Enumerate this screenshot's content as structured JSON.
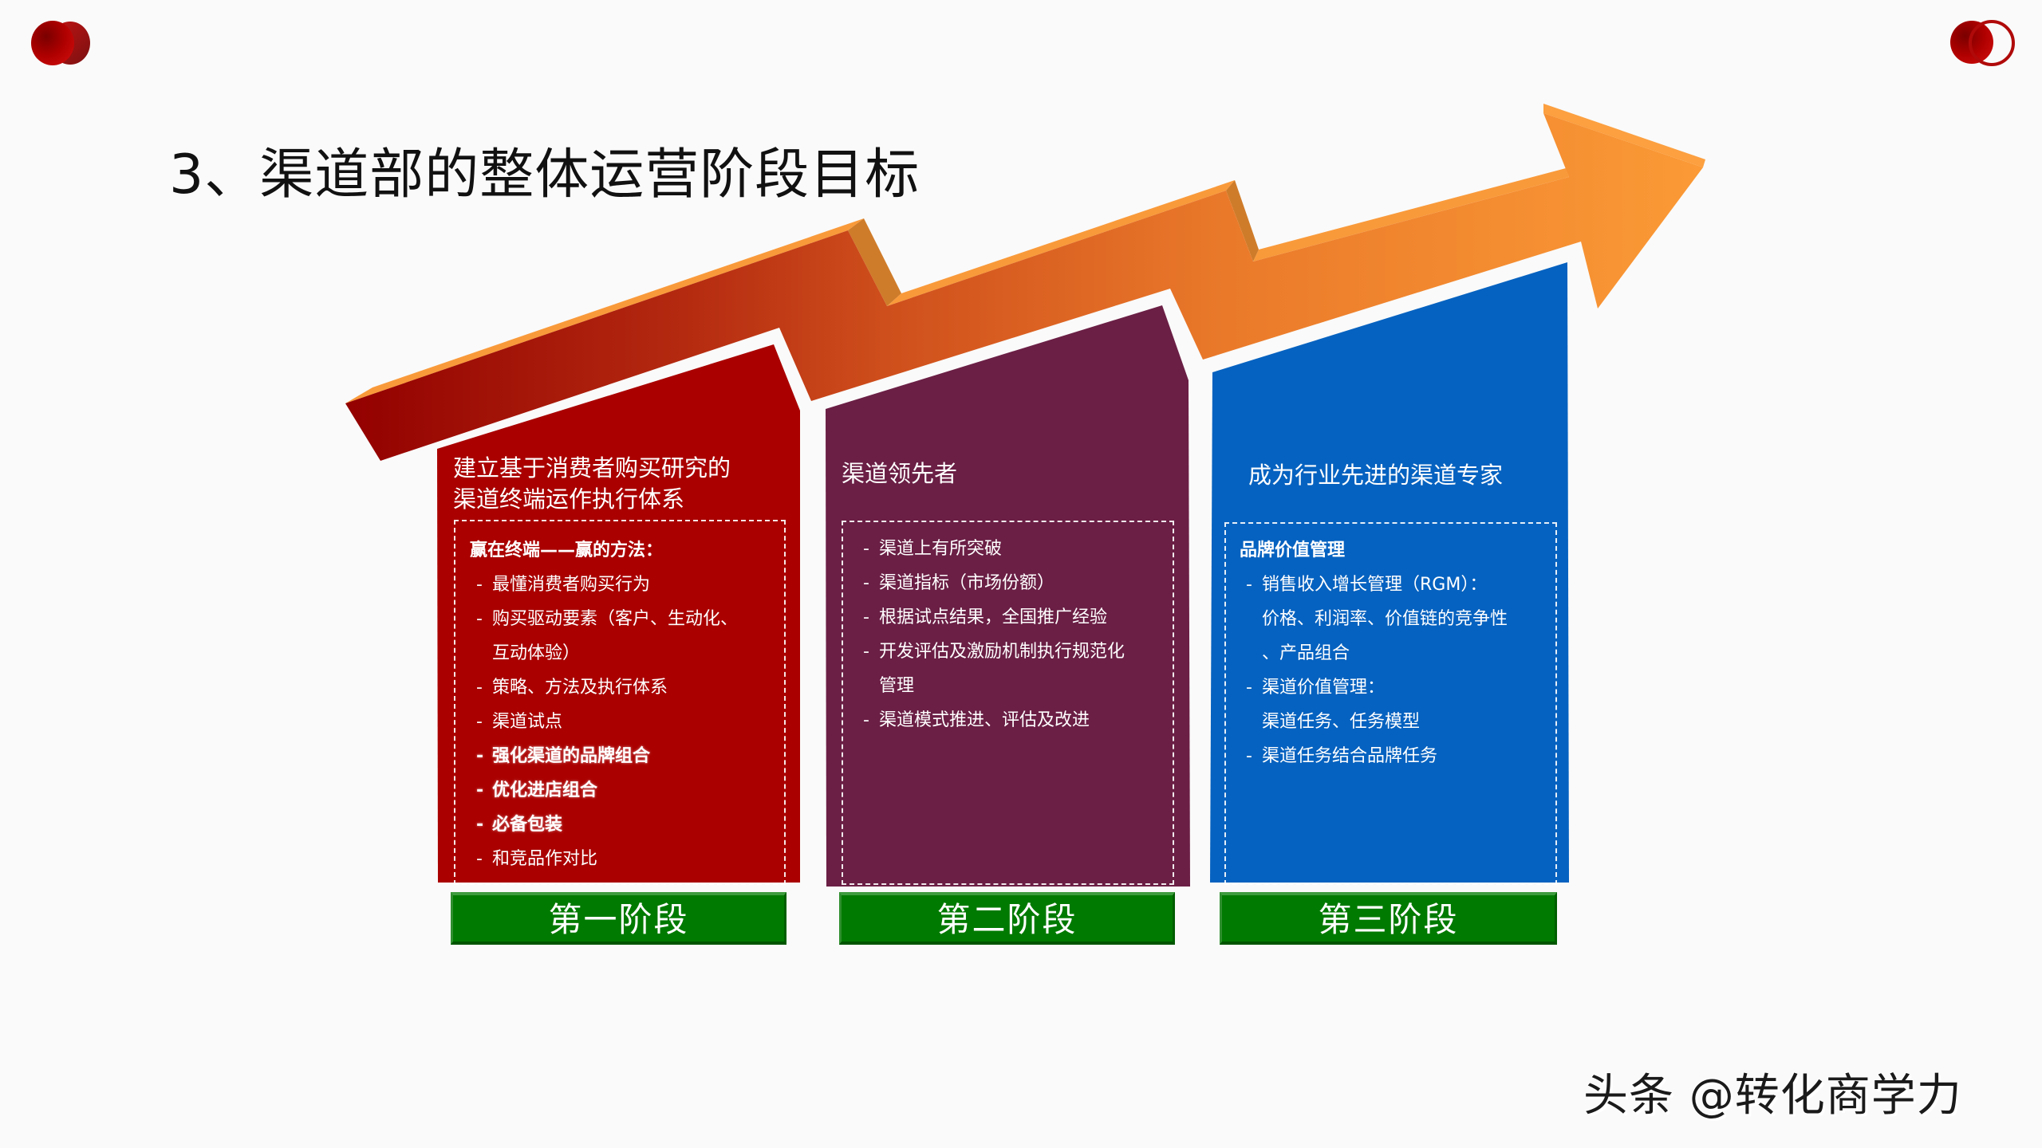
{
  "slide": {
    "title": "3、渠道部的整体运营阶段目标",
    "watermark": "头条 @转化商学力",
    "logo_left": "red-double-circle-icon",
    "logo_right": "red-circle-ring-icon"
  },
  "colors": {
    "background": "#fafafa",
    "stage1": "#aa0000",
    "stage2": "#6b1f45",
    "stage3": "#0662c0",
    "arrow_start": "#960000",
    "arrow_end": "#f89534",
    "stage_label_bg": "#007a00"
  },
  "stages": [
    {
      "label": "第一阶段",
      "title_lines": [
        "建立基于消费者购买研究的",
        "渠道终端运作执行体系"
      ],
      "heading": "赢在终端——赢的方法：",
      "items": [
        {
          "text": "最懂消费者购买行为",
          "bold": false,
          "bullet": true
        },
        {
          "text": "购买驱动要素（客户、生动化、",
          "bold": false,
          "bullet": true
        },
        {
          "text": "互动体验）",
          "bold": false,
          "bullet": false
        },
        {
          "text": "策略、方法及执行体系",
          "bold": false,
          "bullet": true
        },
        {
          "text": "渠道试点",
          "bold": false,
          "bullet": true
        },
        {
          "text": "强化渠道的品牌组合",
          "bold": true,
          "bullet": true
        },
        {
          "text": "优化进店组合",
          "bold": true,
          "bullet": true
        },
        {
          "text": "必备包装",
          "bold": true,
          "bullet": true
        },
        {
          "text": "和竞品作对比",
          "bold": false,
          "bullet": true
        }
      ]
    },
    {
      "label": "第二阶段",
      "title_lines": [
        "渠道领先者"
      ],
      "heading": "",
      "items": [
        {
          "text": "渠道上有所突破",
          "bold": false,
          "bullet": true
        },
        {
          "text": "渠道指标（市场份额）",
          "bold": false,
          "bullet": true
        },
        {
          "text": "根据试点结果，全国推广经验",
          "bold": false,
          "bullet": true
        },
        {
          "text": "开发评估及激励机制执行规范化",
          "bold": false,
          "bullet": true
        },
        {
          "text": "管理",
          "bold": false,
          "bullet": false
        },
        {
          "text": "渠道模式推进、评估及改进",
          "bold": false,
          "bullet": true
        }
      ]
    },
    {
      "label": "第三阶段",
      "title_lines": [
        "成为行业先进的渠道专家"
      ],
      "heading": "品牌价值管理",
      "items": [
        {
          "text": "销售收入增长管理（RGM）：",
          "bold": false,
          "bullet": true
        },
        {
          "text": "价格、利润率、价值链的竞争性",
          "bold": false,
          "bullet": false
        },
        {
          "text": "、产品组合",
          "bold": false,
          "bullet": false
        },
        {
          "text": "渠道价值管理：",
          "bold": false,
          "bullet": true
        },
        {
          "text": "渠道任务、任务模型",
          "bold": false,
          "bullet": false
        },
        {
          "text": "渠道任务结合品牌任务",
          "bold": false,
          "bullet": true
        }
      ]
    }
  ],
  "bullet_glyph": "-"
}
